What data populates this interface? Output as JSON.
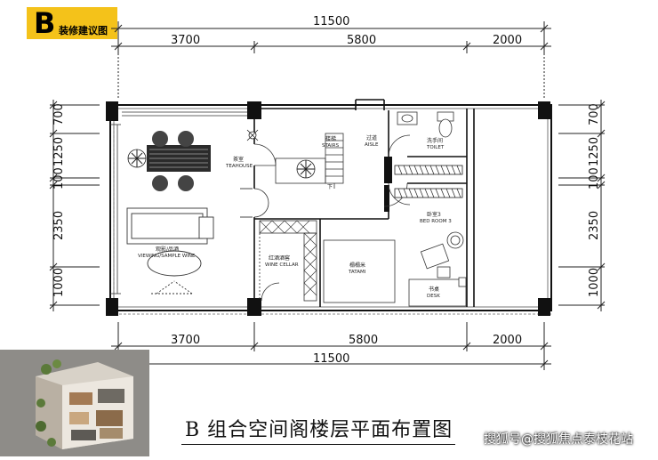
{
  "badge": {
    "letter": "B",
    "text": "装修建议图"
  },
  "dimensions": {
    "overall_top": "11500",
    "overall_bottom": "11500",
    "top_segments": [
      "3700",
      "5800",
      "2000"
    ],
    "bottom_segments": [
      "3700",
      "5800",
      "2000"
    ],
    "left_segments": [
      "700",
      "1250",
      "100",
      "2350",
      "1000"
    ],
    "right_segments": [
      "700",
      "1250",
      "100",
      "2350",
      "1000"
    ]
  },
  "rooms": {
    "teahouse_cn": "茶室",
    "teahouse_en": "TEAHOUSE",
    "viewing_cn": "观影/品酒",
    "viewing_en": "VIEWING/SAMPLE WINE",
    "stairs_cn": "楼梯",
    "stairs_en": "STAIRS",
    "aisle_cn": "过道",
    "aisle_en": "AISLE",
    "toilet_cn": "洗手间",
    "toilet_en": "TOILET",
    "bedroom_cn": "卧室3",
    "bedroom_en": "BED ROOM 3",
    "wine_cn": "红酒酒窖",
    "wine_en": "WINE CELLAR",
    "tatami_cn": "榻榻米",
    "tatami_en": "TATAMI",
    "desk_cn": "书桌",
    "desk_en": "DESK",
    "down_mark": "下"
  },
  "caption": "B 组合空间阁楼层平面布置图",
  "watermark": "搜狐号@搜狐焦点泰枝花站"
}
